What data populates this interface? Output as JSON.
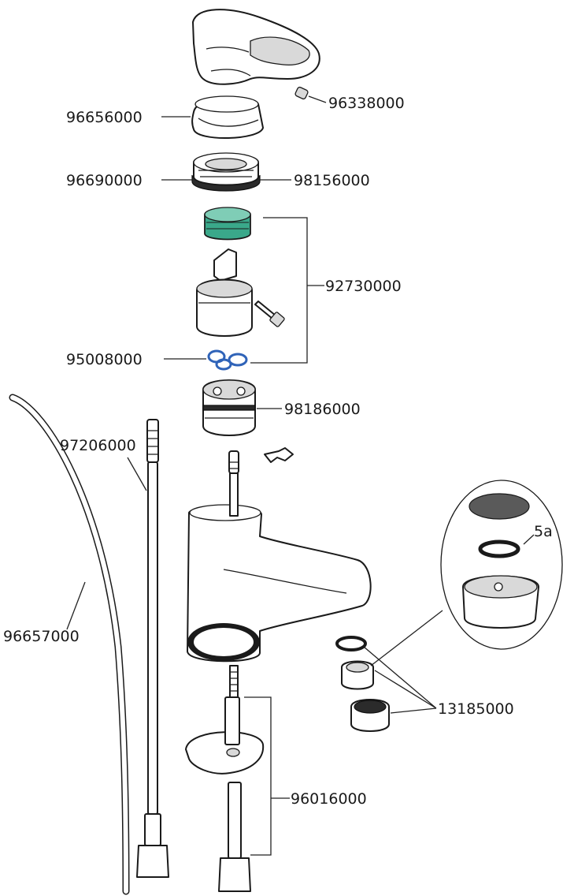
{
  "colors": {
    "ink": "#1a1a1a",
    "cartridge_green": "#3aa88a",
    "oring_blue": "#2f63b8",
    "background": "#ffffff"
  },
  "labels": {
    "p96338000": "96338000",
    "p96656000": "96656000",
    "p96690000": "96690000",
    "p98156000": "98156000",
    "p92730000": "92730000",
    "p95008000": "95008000",
    "p98186000": "98186000",
    "p97206000": "97206000",
    "p96657000": "96657000",
    "p5a": "5a",
    "p13185000": "13185000",
    "p96016000": "96016000"
  }
}
